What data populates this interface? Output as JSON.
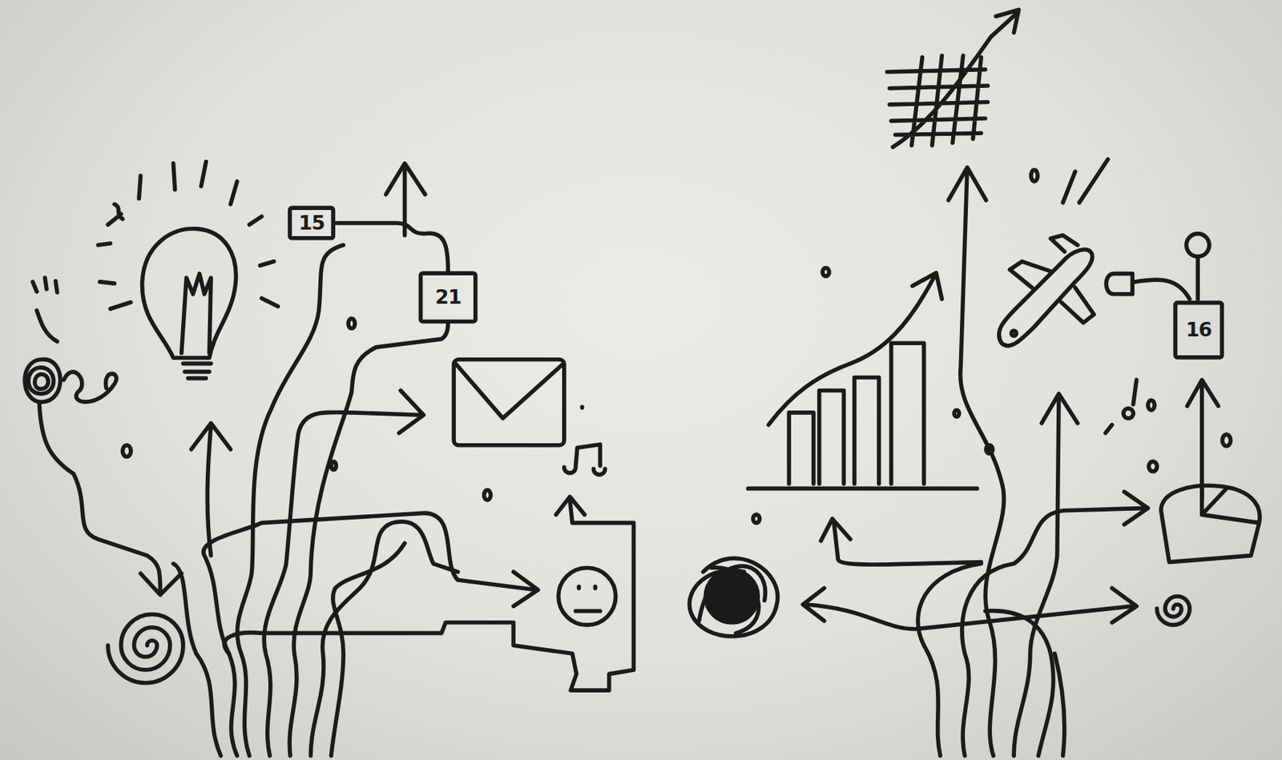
{
  "diagram": {
    "nodes": [
      {
        "text": [
          "15"
        ]
      },
      {
        "text": [
          "21"
        ]
      },
      {
        "text": [
          "16"
        ]
      }
    ],
    "edges": [
      {
        "from": 0,
        "to": 1,
        "arrow": "none"
      }
    ]
  }
}
